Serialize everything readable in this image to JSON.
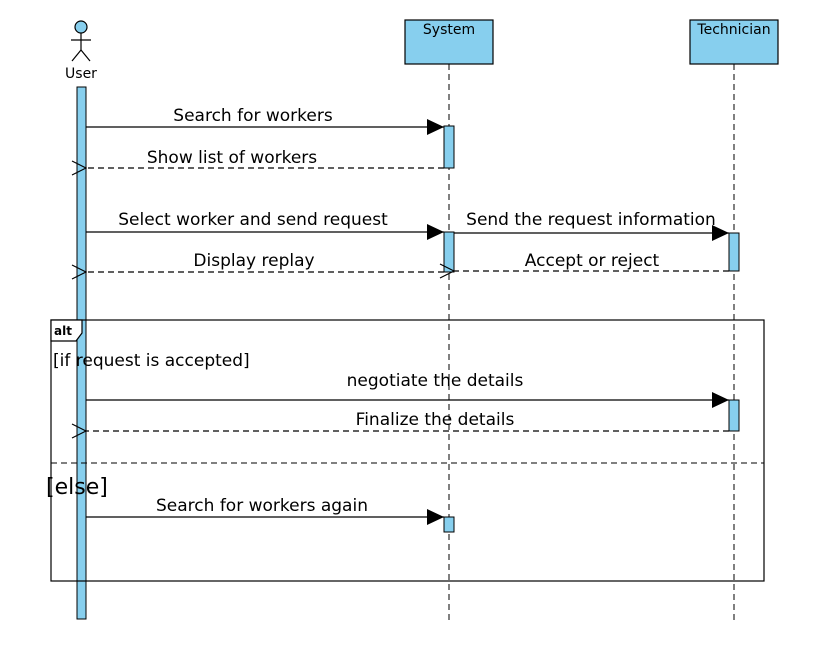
{
  "colors": {
    "fill": "#87cfee",
    "stroke": "#000000",
    "background": "#ffffff"
  },
  "lifelines": {
    "user": {
      "label": "User",
      "icon": "actor-stick-figure-icon"
    },
    "system": {
      "label": "System"
    },
    "technician": {
      "label": "Technician"
    }
  },
  "messages": {
    "m1": "Search for workers",
    "m2": "Show list of workers",
    "m3": "Select  worker and send request",
    "m4": "Send the request information",
    "m5": "Display replay",
    "m6": "Accept or reject",
    "m7": "negotiate the details",
    "m8": "Finalize the details",
    "m9": "Search for workers again"
  },
  "fragment": {
    "operator": "alt",
    "guard_if": "[if request is accepted]",
    "guard_else": "[else]"
  }
}
